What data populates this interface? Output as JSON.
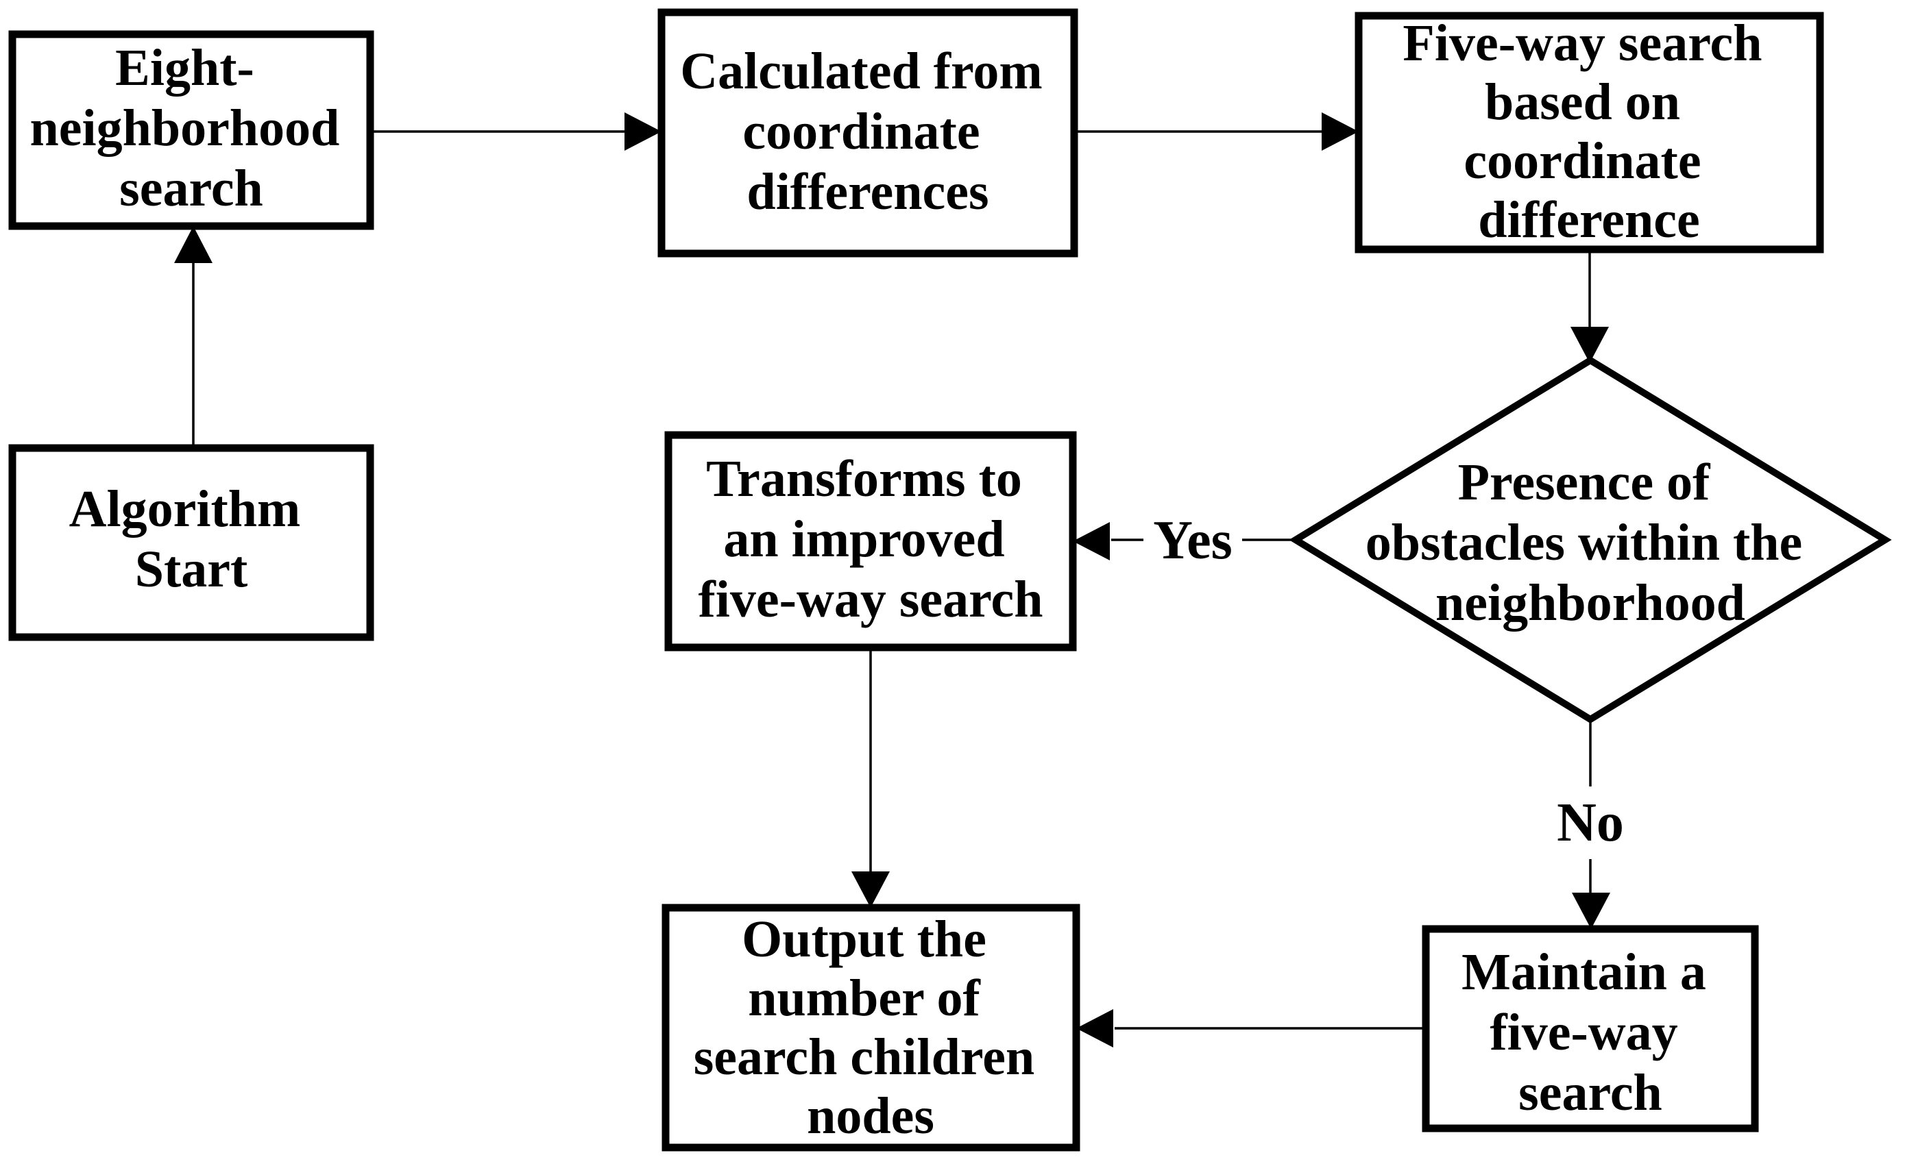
{
  "page": {
    "background_color": "#ffffff",
    "ink_color": "#000000"
  },
  "diagram": {
    "type": "flowchart",
    "nodes": {
      "algorithm_start": {
        "shape": "rect",
        "label": "Algorithm Start",
        "lines": [
          "Algorithm",
          "Start"
        ]
      },
      "eight_neighborhood": {
        "shape": "rect",
        "label": "Eight-neighborhood search",
        "lines": [
          "Eight-",
          "neighborhood",
          "search"
        ]
      },
      "calculated": {
        "shape": "rect",
        "label": "Calculated from coordinate differences",
        "lines": [
          "Calculated from",
          "coordinate",
          "differences"
        ]
      },
      "five_way": {
        "shape": "rect",
        "label": "Five-way search based on coordinate difference",
        "lines": [
          "Five-way search",
          "based on",
          "coordinate",
          "difference"
        ]
      },
      "obstacles_decision": {
        "shape": "diamond",
        "label": "Presence of obstacles within the neighborhood",
        "lines": [
          "Presence of",
          "obstacles within the",
          "neighborhood"
        ]
      },
      "transforms": {
        "shape": "rect",
        "label": "Transforms to an improved five-way search",
        "lines": [
          "Transforms to",
          "an improved",
          "five-way search"
        ]
      },
      "maintain": {
        "shape": "rect",
        "label": "Maintain a five-way search",
        "lines": [
          "Maintain a",
          "five-way",
          "search"
        ]
      },
      "output_nodes": {
        "shape": "rect",
        "label": "Output the number of search children nodes",
        "lines": [
          "Output the",
          "number of",
          "search children",
          "nodes"
        ]
      }
    },
    "edges": {
      "yes_label": "Yes",
      "no_label": "No",
      "connections": [
        {
          "from": "algorithm_start",
          "to": "eight_neighborhood",
          "label": ""
        },
        {
          "from": "eight_neighborhood",
          "to": "calculated",
          "label": ""
        },
        {
          "from": "calculated",
          "to": "five_way",
          "label": ""
        },
        {
          "from": "five_way",
          "to": "obstacles_decision",
          "label": ""
        },
        {
          "from": "obstacles_decision",
          "to": "transforms",
          "label": "Yes"
        },
        {
          "from": "obstacles_decision",
          "to": "maintain",
          "label": "No"
        },
        {
          "from": "transforms",
          "to": "output_nodes",
          "label": ""
        },
        {
          "from": "maintain",
          "to": "output_nodes",
          "label": ""
        }
      ]
    }
  }
}
